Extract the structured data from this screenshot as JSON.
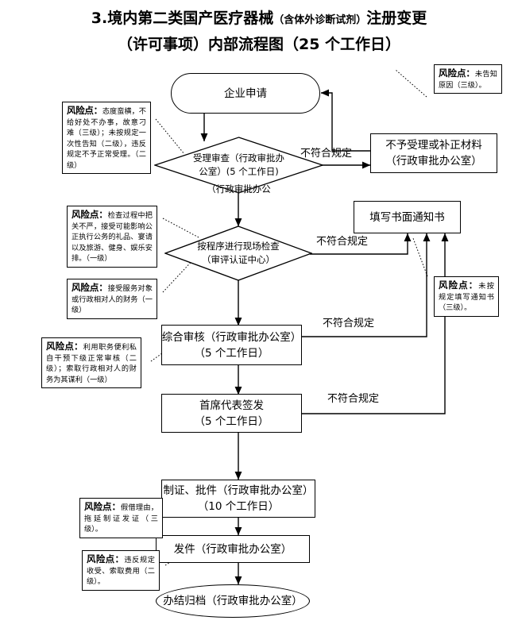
{
  "title": {
    "line1_a": "3.境内第二类国产医疗器械",
    "line1_small": "（含体外诊断试剂）",
    "line1_b": "注册变更",
    "line2": "（许可事项）内部流程图（25 个工作日）"
  },
  "nodes": {
    "apply": {
      "label": "企业申请"
    },
    "accept_review": {
      "line1": "受理审查（行政审批办",
      "line2": "公室）(5 个工作日)",
      "line3": "（行政审批办公"
    },
    "site_check": {
      "line1": "按程序进行现场检查",
      "line2": "（审评认证中心）"
    },
    "comprehensive": {
      "line1": "综合审核（行政审批办公室）",
      "line2": "（5 个工作日）"
    },
    "chief_sign": {
      "line1": "首席代表签发",
      "line2": "（5 个工作日）"
    },
    "make_cert": {
      "line1": "制证、批件（行政审批办公室）",
      "line2": "（10 个工作日）"
    },
    "dispatch": {
      "label": "发件（行政审批办公室）"
    },
    "archive": {
      "label": "办结归档（行政审批办公室）"
    },
    "reject": {
      "line1": "不予受理或补正材料",
      "line2": "（行政审批办公室）"
    },
    "written_notice": {
      "label": "填写书面通知书"
    }
  },
  "edge_labels": {
    "nonconform_1": "不符合规定",
    "nonconform_2": "不符合规定",
    "nonconform_3": "不符合规定",
    "nonconform_4": "不符合规定"
  },
  "risks": [
    {
      "id": "risk-attitude",
      "heading": "风险点：",
      "body": "态度蛮横，不给好处不办事，故意刁难（三级）；未按规定一次性告知（二级），违反规定不予正常受理。（二级）"
    },
    {
      "id": "risk-inspection",
      "heading": "风险点：",
      "body": "检查过程中把关不严，接受可能影响公正执行公务的礼品、宴请以及旅游、健身、娱乐安排。（一级）"
    },
    {
      "id": "risk-accept-property",
      "heading": "风险点：",
      "body": "接受服务对象或行政相对人的财务（一级）"
    },
    {
      "id": "risk-abuse-power",
      "heading": "风险点：",
      "body": "利用职务便利私自干预下级正常审核（二级）；索取行政相对人的财务为其谋利（一级）"
    },
    {
      "id": "risk-no-reason",
      "heading": "风险点：",
      "body": "未告知原因（三级）。"
    },
    {
      "id": "risk-notice-form",
      "heading": "风险点：",
      "body": "未按规定填写通知书（三级）。"
    },
    {
      "id": "risk-delay-cert",
      "heading": "风险点：",
      "body": "假借理由，拖延制证发证（三级）。"
    },
    {
      "id": "risk-illegal-fee",
      "heading": "风险点：",
      "body": "违反规定收受、索取费用（二级）。"
    }
  ]
}
